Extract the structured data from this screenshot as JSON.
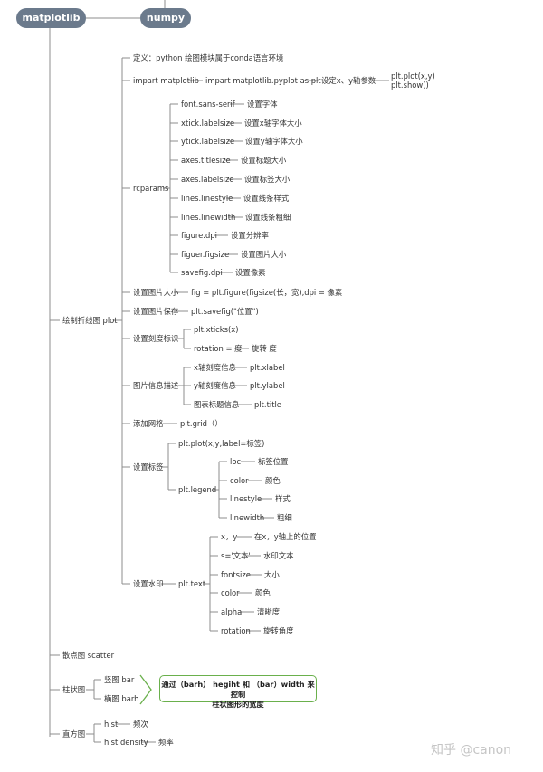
{
  "root": {
    "label": "matplotlib"
  },
  "sibling": {
    "label": "numpy"
  },
  "definition": "定义：python 绘图模块属于conda语言环境",
  "import": {
    "label": "impart matplotlib",
    "child": "impart matplotlib.pyplot as plt",
    "grand": "设定x、y轴参数",
    "code1": "plt.plot(x,y)",
    "code2": "plt.show()"
  },
  "rcparams": {
    "label": "rcparams",
    "items": [
      {
        "key": "font.sans-serif",
        "desc": "设置字体"
      },
      {
        "key": "xtick.labelsize",
        "desc": "设置x轴字体大小"
      },
      {
        "key": "ytick.labelsize",
        "desc": "设置y轴字体大小"
      },
      {
        "key": "axes.titlesize",
        "desc": "设置标题大小"
      },
      {
        "key": "axes.labelsize",
        "desc": "设置标签大小"
      },
      {
        "key": "lines.linestyle",
        "desc": "设置线条样式"
      },
      {
        "key": "lines.linewidth",
        "desc": "设置线条粗细"
      },
      {
        "key": "figure.dpi",
        "desc": "设置分辨率"
      },
      {
        "key": "figuer.figsize",
        "desc": "设置图片大小"
      },
      {
        "key": "savefig.dpi",
        "desc": "设置像素"
      }
    ]
  },
  "line_plot": {
    "label": "绘制折线图 plot",
    "figsize": {
      "label": "设置图片大小",
      "value": "fig = plt.figure(figsize(长，宽),dpi = 像素"
    },
    "save": {
      "label": "设置图片保存",
      "value": "plt.savefig(\"位置\")"
    },
    "ticks": {
      "label": "设置刻度标识",
      "items": [
        "plt.xticks(x)",
        "rotation = 度"
      ],
      "rotation_desc": "旋转 度"
    },
    "info": {
      "label": "图片信息描述",
      "items": [
        {
          "key": "x轴刻度信息",
          "value": "plt.xlabel"
        },
        {
          "key": "y轴刻度信息",
          "value": "plt.ylabel"
        },
        {
          "key": "图表标题信息",
          "value": "plt.title"
        }
      ]
    },
    "grid": {
      "label": "添加网格",
      "value": "plt.grid（）"
    },
    "legend": {
      "label": "设置标签",
      "plot": "plt.plot(x,y,label=标签)",
      "legend": "plt.legend",
      "items": [
        {
          "key": "loc",
          "desc": "标签位置"
        },
        {
          "key": "color",
          "desc": "颜色"
        },
        {
          "key": "linestyle",
          "desc": "样式"
        },
        {
          "key": "linewidth",
          "desc": "粗细"
        }
      ]
    },
    "watermark": {
      "label": "设置水印",
      "func": "plt.text",
      "items": [
        {
          "key": "x，y",
          "desc": "在x，y轴上的位置"
        },
        {
          "key": "s='文本'",
          "desc": "水印文本"
        },
        {
          "key": "fontsize",
          "desc": "大小"
        },
        {
          "key": "color",
          "desc": "颜色"
        },
        {
          "key": "alpha",
          "desc": "清晰度"
        },
        {
          "key": "rotation",
          "desc": "旋转角度"
        }
      ]
    }
  },
  "scatter": {
    "label": "散点图 scatter"
  },
  "bar": {
    "label": "柱状图",
    "items": [
      "竖图 bar",
      "横图 barh"
    ],
    "note_line1": "通过（barh） hegiht 和 （bar）width 来控制",
    "note_line2": "柱状图形的宽度"
  },
  "hist": {
    "label": "直方图",
    "items": [
      {
        "key": "hist",
        "desc": "频次"
      },
      {
        "key": "hist density",
        "desc": "频率"
      }
    ]
  },
  "watermark_text": "知乎 @canon",
  "colors": {
    "pill": "#6b7a8c",
    "line": "#8c8c8c",
    "callout_border": "#6ab04c"
  }
}
